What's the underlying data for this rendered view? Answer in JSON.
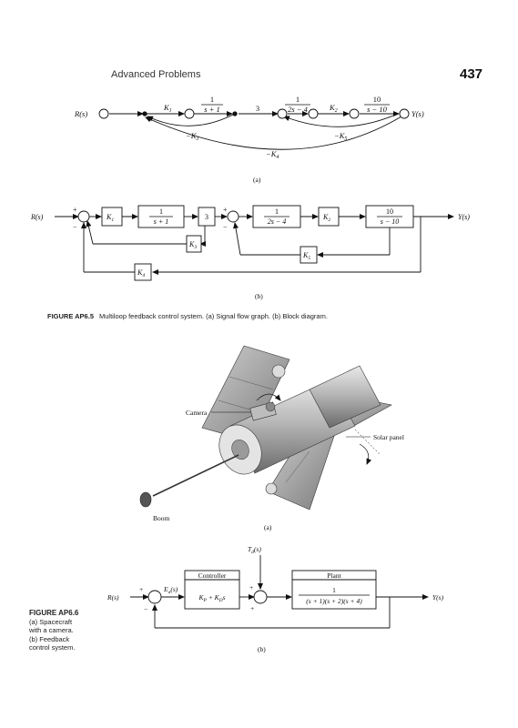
{
  "header": {
    "title": "Advanced Problems",
    "page_number": "437"
  },
  "fig65": {
    "caption_label": "FIGURE AP6.5",
    "caption_text": "Multiloop feedback control system. (a) Signal flow graph. (b) Block diagram.",
    "sub_a": "(a)",
    "sub_b": "(b)",
    "flow": {
      "input": "R(s)",
      "output": "Y(s)",
      "k1": "K",
      "k1_sub": "1",
      "tf1_num": "1",
      "tf1_den": "s + 1",
      "gain3": "3",
      "tf2_num": "1",
      "tf2_den": "2s − 4",
      "k2": "K",
      "k2_sub": "2",
      "tf3_num": "10",
      "tf3_den": "s − 10",
      "fb3": "−K",
      "fb3_sub": "3",
      "fb5": "−K",
      "fb5_sub": "5",
      "fb4": "−K",
      "fb4_sub": "4"
    },
    "block": {
      "input": "R(s)",
      "output": "Y(s)",
      "k1": "K",
      "k1_sub": "1",
      "tf1_num": "1",
      "tf1_den": "s + 1",
      "gain3": "3",
      "tf2_num": "1",
      "tf2_den": "2s − 4",
      "k2": "K",
      "k2_sub": "2",
      "tf3_num": "10",
      "tf3_den": "s − 10",
      "k3": "K",
      "k3_sub": "3",
      "k5": "K",
      "k5_sub": "5",
      "k4": "K",
      "k4_sub": "4",
      "plus": "+",
      "minus": "−"
    }
  },
  "fig66": {
    "caption_label": "FIGURE AP6.6",
    "caption_lines": [
      "(a) Spacecraft",
      "with a camera.",
      "(b) Feedback",
      "control system."
    ],
    "sub_a": "(a)",
    "sub_b": "(b)",
    "labels": {
      "camera": "Camera",
      "solar_panel": "Solar panel",
      "boom": "Boom"
    },
    "block": {
      "input": "R(s)",
      "output": "Y(s)",
      "error": "E",
      "error_sub": "a",
      "error_arg": "(s)",
      "disturbance": "T",
      "disturbance_sub": "d",
      "disturbance_arg": "(s)",
      "controller_title": "Controller",
      "controller_tf": "K",
      "controller_p": "P",
      "controller_plus": " + K",
      "controller_d": "D",
      "controller_s": "s",
      "plant_title": "Plant",
      "plant_num": "1",
      "plant_den": "(s + 1)(s + 2)(s + 4)",
      "plus": "+",
      "minus": "−"
    }
  }
}
